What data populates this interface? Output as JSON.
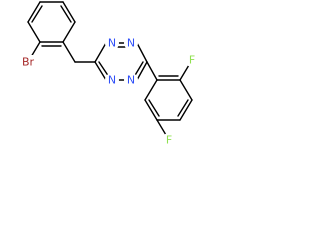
{
  "molecule": {
    "atom_labels": {
      "n_top_left": "N",
      "n_top_right": "N",
      "n_bottom_left": "N",
      "n_bottom_right": "N",
      "bromine": "Br",
      "fluorine_top": "F",
      "fluorine_bottom": "F"
    },
    "colors": {
      "bond": "#000000",
      "nitrogen": "#3050f8",
      "bromine": "#a62929",
      "fluorine": "#90e050"
    }
  }
}
